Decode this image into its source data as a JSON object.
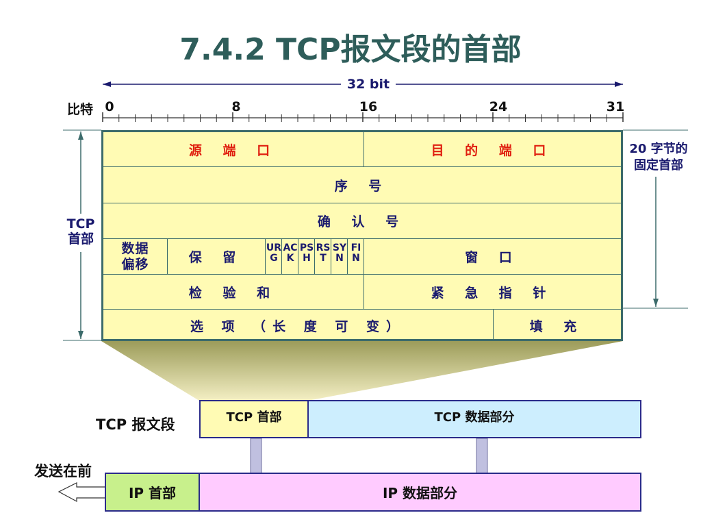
{
  "title": "7.4.2  TCP报文段的首部",
  "ruler": {
    "width_label": "32 bit",
    "bits_label": "比特",
    "ticks": [
      "0",
      "8",
      "16",
      "24",
      "31"
    ]
  },
  "side": {
    "tcp_header_label": "TCP\n首部",
    "fixed_label": "20 字节的\n固定首部"
  },
  "fields": {
    "src_port": "源 端 口",
    "dst_port": "目 的 端 口",
    "seq": "序 号",
    "ack_num": "确 认 号",
    "data_offset": "数据\n偏移",
    "reserved": "保 留",
    "flags": [
      "URG",
      "ACK",
      "PSH",
      "RST",
      "SYN",
      "FIN"
    ],
    "window": "窗 口",
    "checksum": "检 验 和",
    "urgent_ptr": "紧 急 指 针",
    "options": "选 项 （长 度 可 变）",
    "padding": "填 充"
  },
  "segment": {
    "label": "TCP 报文段",
    "header": "TCP 首部",
    "data": "TCP 数据部分"
  },
  "ip": {
    "send_first": "发送在前",
    "header": "IP 首部",
    "data": "IP 数据部分"
  },
  "colors": {
    "header_fill": "#fffbb4",
    "border": "#3c6b6b",
    "field_text": "#1a1a6e",
    "port_text": "#e02010",
    "tcp_data_fill": "#cdeefe",
    "ip_header_fill": "#c8f08c",
    "ip_data_fill": "#ffcbff",
    "title": "#2e5d5a",
    "arrow": "#c0c0e0"
  }
}
